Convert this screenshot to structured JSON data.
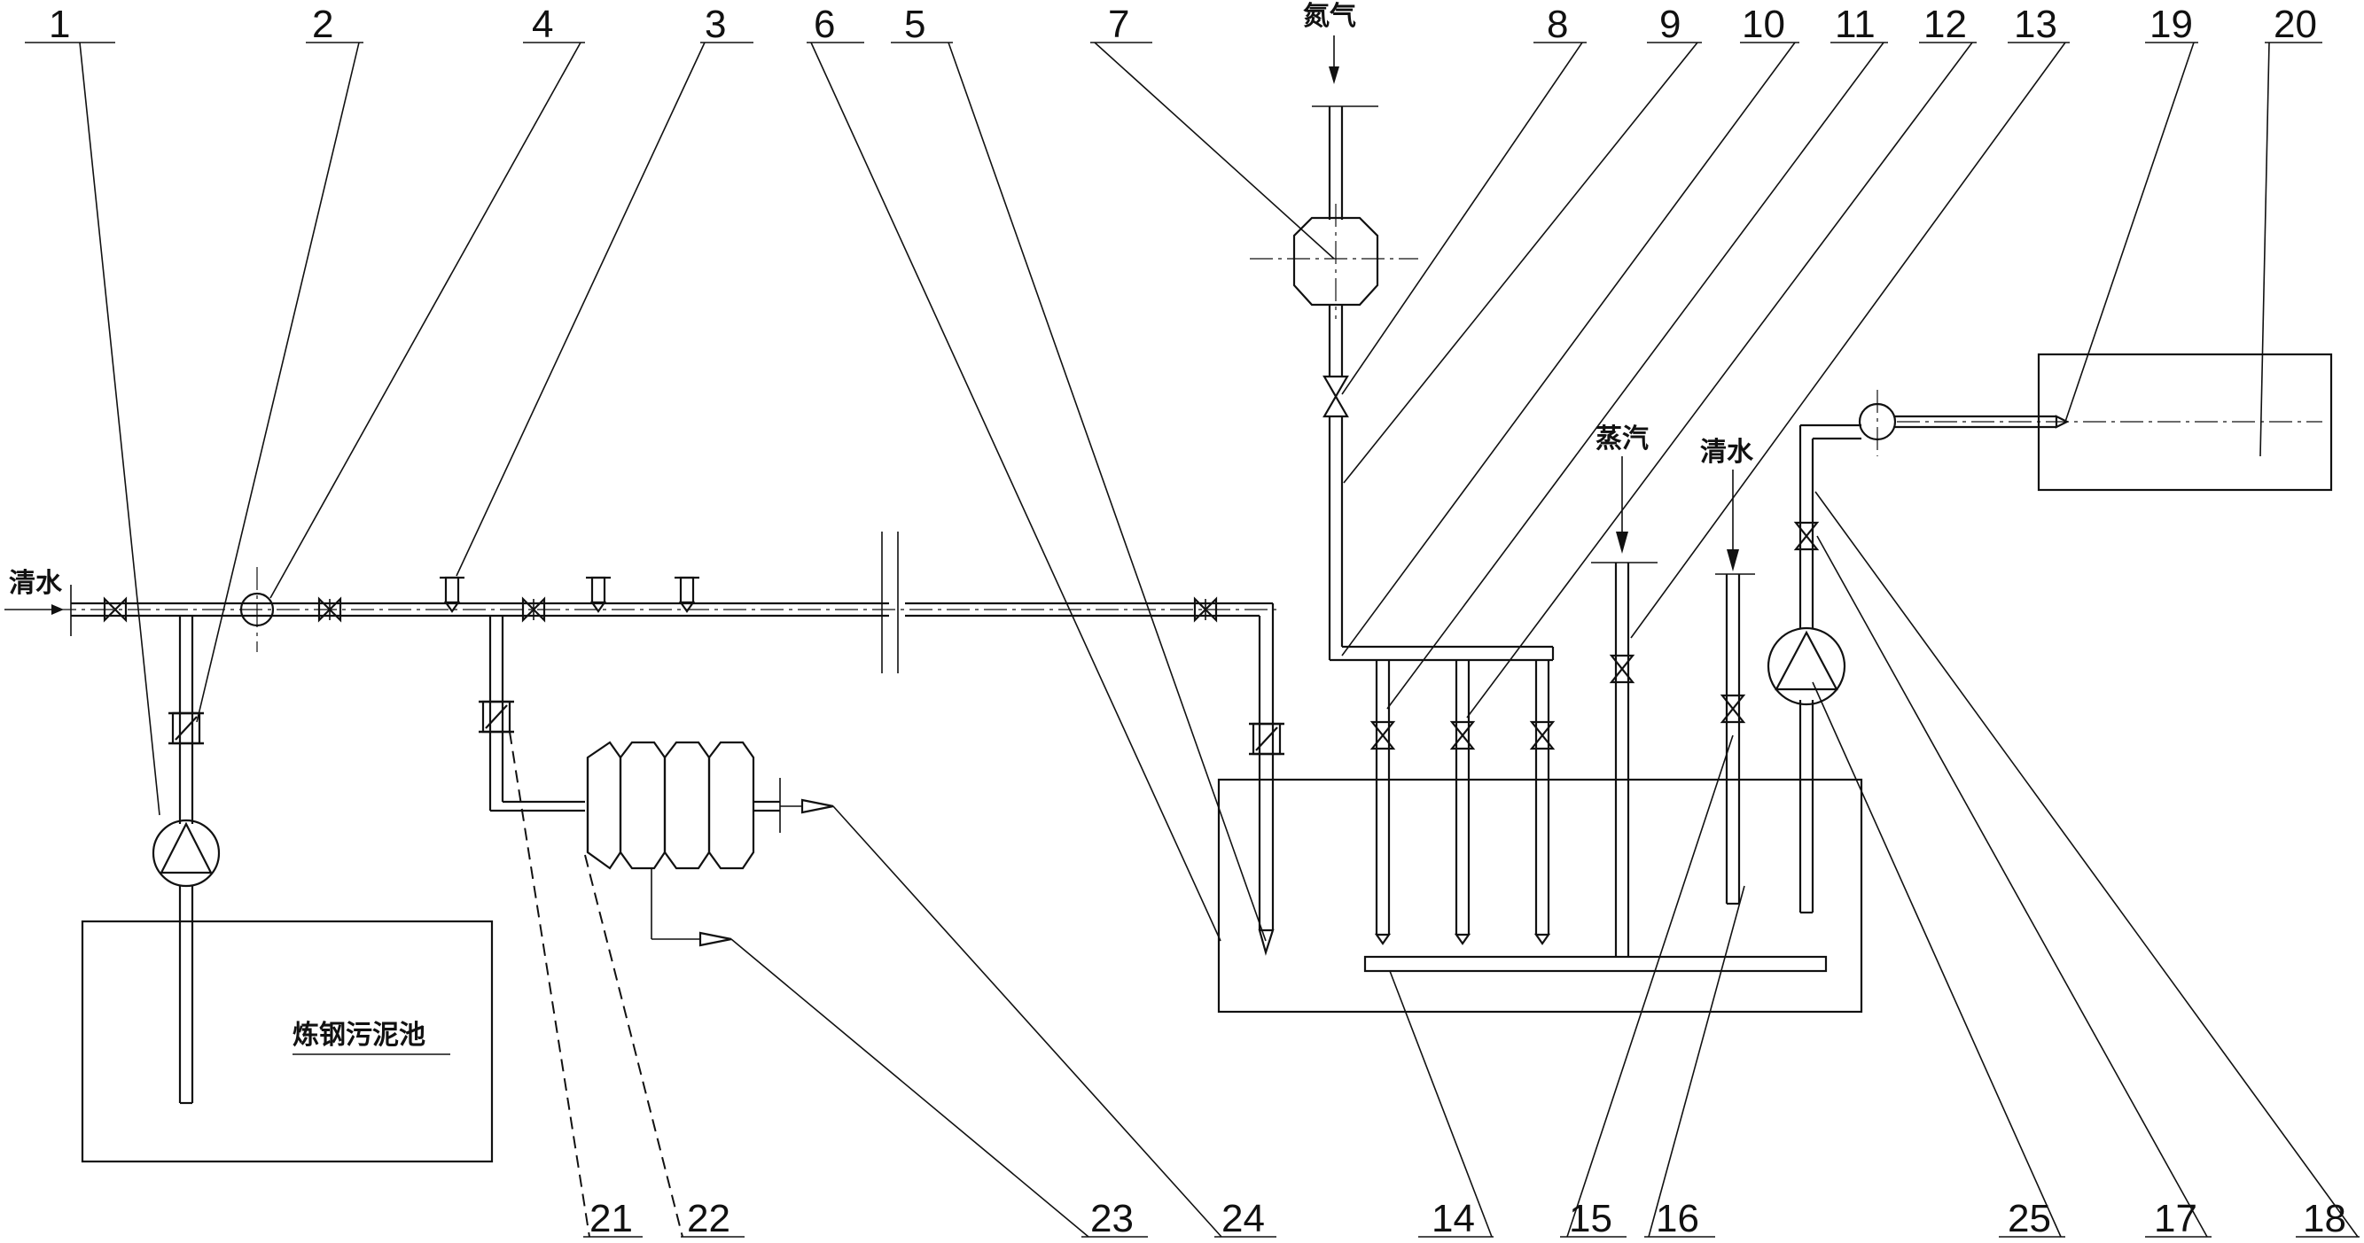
{
  "labels": {
    "water_in_left": "清水",
    "nitrogen": "氮气",
    "steam": "蒸汽",
    "water_in_right": "清水",
    "sludge_pool": "炼钢污泥池"
  },
  "callouts": [
    "1",
    "2",
    "4",
    "3",
    "6",
    "5",
    "7",
    "8",
    "9",
    "10",
    "11",
    "12",
    "13",
    "19",
    "20",
    "21",
    "22",
    "23",
    "24",
    "14",
    "15",
    "16",
    "25",
    "17",
    "18"
  ]
}
